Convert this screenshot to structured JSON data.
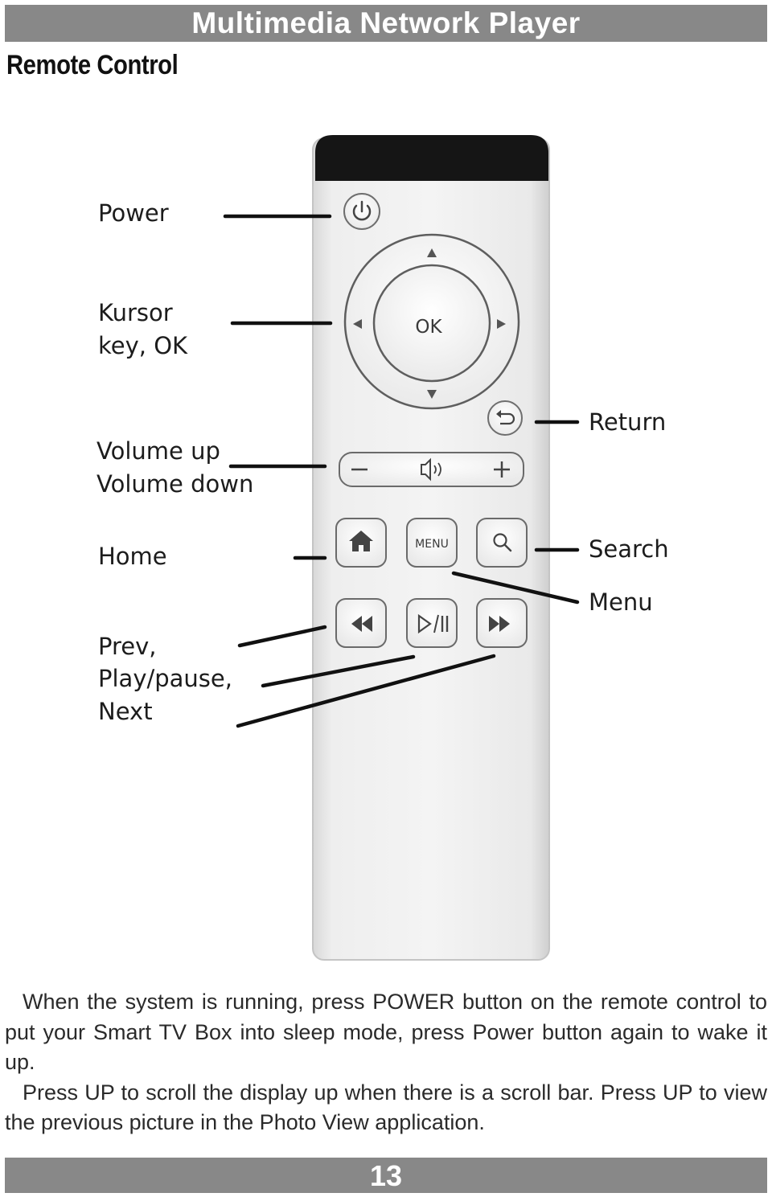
{
  "header": {
    "title": "Multimedia Network Player"
  },
  "section": {
    "title": "Remote Control"
  },
  "remote": {
    "ok_label": "OK",
    "menu_label": "MENU"
  },
  "callouts": {
    "power": "Power",
    "kursor_line1": "Kursor",
    "kursor_line2": "key, OK",
    "volume_up": "Volume up",
    "volume_down": "Volume down",
    "home": "Home",
    "prev": "Prev,",
    "play_pause": "Play/pause,",
    "next": "Next",
    "return": "Return",
    "search": "Search",
    "menu": "Menu"
  },
  "body": {
    "paragraph1": "When the system is running, press POWER button on the remote control to put your Smart TV Box into sleep mode, press Power button again to wake it up.",
    "paragraph2": "Press UP to scroll the display up when there is a scroll bar. Press UP to view the previous picture in the Photo View application."
  },
  "footer": {
    "page_number": "13"
  }
}
